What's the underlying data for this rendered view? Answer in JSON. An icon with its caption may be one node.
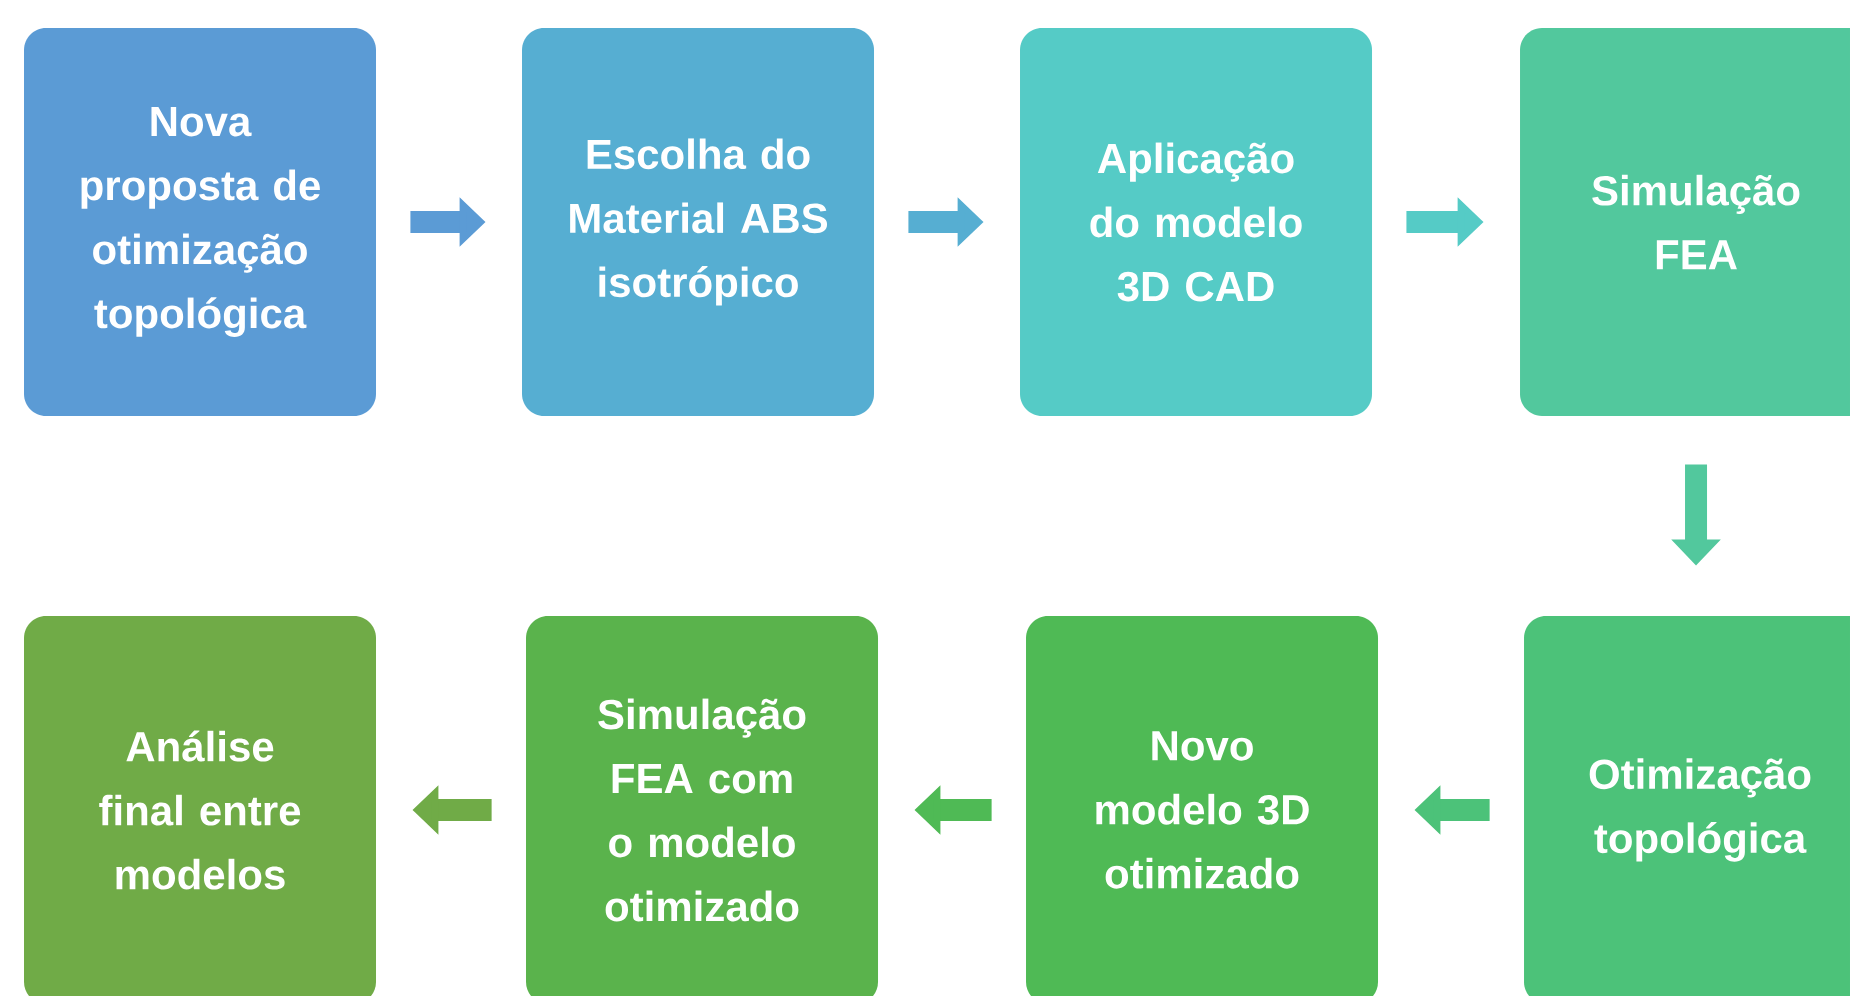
{
  "diagram": {
    "nodes": [
      {
        "text": [
          "Nova proposta de otimização topológica"
        ]
      },
      {
        "text": [
          "Escolha do Material ABS isotrópico"
        ]
      },
      {
        "text": [
          "Aplicação do modelo 3D CAD"
        ]
      },
      {
        "text": [
          "Simulação FEA"
        ]
      },
      {
        "text": [
          "Otimização topológica"
        ]
      },
      {
        "text": [
          "Novo modelo 3D otimizado"
        ]
      },
      {
        "text": [
          "Simulação FEA com o modelo otimizado"
        ]
      },
      {
        "text": [
          "Análise final entre modelos"
        ]
      }
    ],
    "edges": [
      {
        "from": 0,
        "to": 1,
        "arrow": "to",
        "color": "#5b9bd5"
      },
      {
        "from": 1,
        "to": 2,
        "arrow": "to",
        "color": "#56aed2"
      },
      {
        "from": 2,
        "to": 3,
        "arrow": "to",
        "color": "#55cbc6"
      },
      {
        "from": 3,
        "to": 4,
        "arrow": "to",
        "color": "#52c89d"
      },
      {
        "from": 4,
        "to": 5,
        "arrow": "to",
        "color": "#4cc279"
      },
      {
        "from": 5,
        "to": 6,
        "arrow": "to",
        "color": "#4fba55"
      },
      {
        "from": 6,
        "to": 7,
        "arrow": "to",
        "color": "#70ab47"
      }
    ]
  }
}
